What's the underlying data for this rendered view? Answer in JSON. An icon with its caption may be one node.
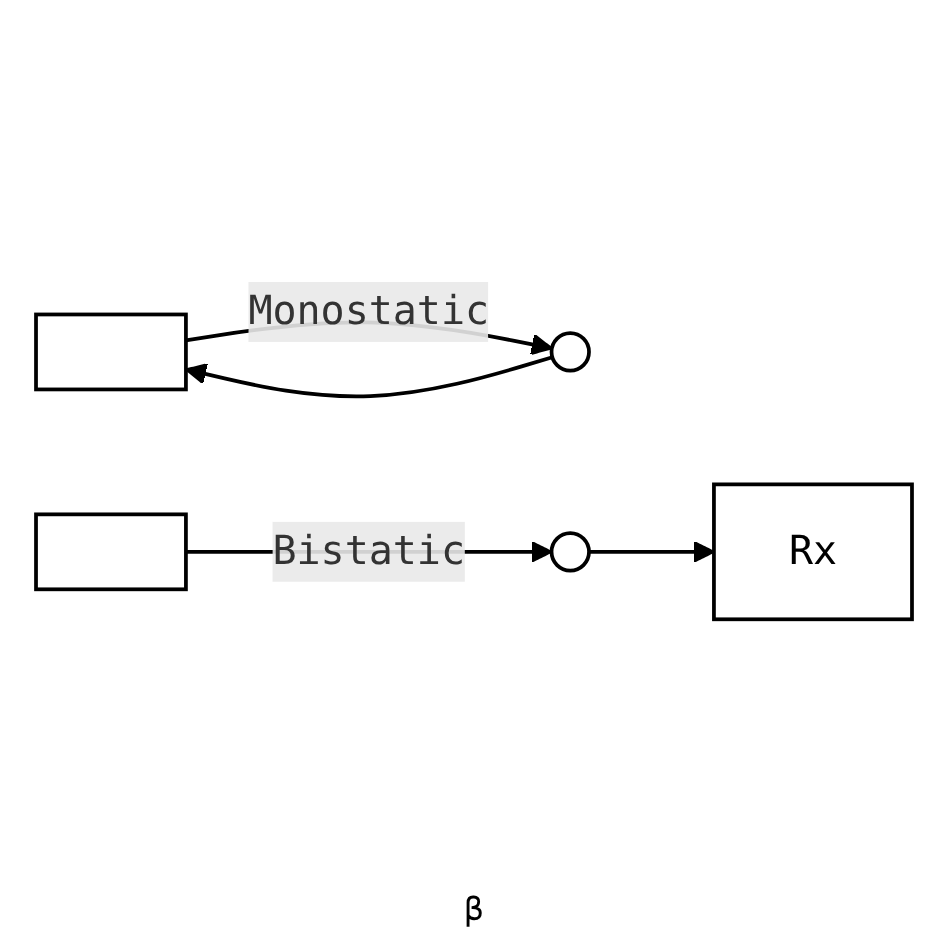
{
  "diagram": {
    "nodes": [
      {
        "text": [],
        "shape": "box"
      },
      {
        "text": [],
        "shape": "circle"
      },
      {
        "text": [],
        "shape": "box"
      },
      {
        "text": [],
        "shape": "circle"
      },
      {
        "text": [
          "Rx"
        ]
      }
    ],
    "edges": [
      {
        "from": 0,
        "to": 1,
        "arrow": "to",
        "label": "Monostatic"
      },
      {
        "from": 1,
        "to": 0,
        "arrow": "to"
      },
      {
        "from": 2,
        "to": 3,
        "arrow": "to",
        "label": "Bistatic"
      },
      {
        "from": 3,
        "to": 4,
        "arrow": "to"
      }
    ],
    "labels": [
      "β"
    ]
  }
}
